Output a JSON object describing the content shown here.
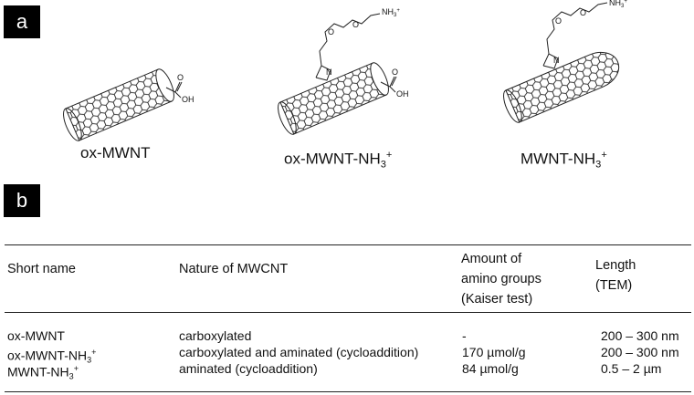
{
  "panel_labels": {
    "a": "a",
    "b": "b"
  },
  "structures": [
    {
      "caption_base": "ox-MWNT",
      "caption_sub": "",
      "caption_sup": "",
      "groups": [
        "OH",
        "O"
      ]
    },
    {
      "caption_base": "ox-MWNT-NH",
      "caption_sub": "3",
      "caption_sup": "+",
      "groups": [
        "OH",
        "O",
        "NH3+",
        "N"
      ]
    },
    {
      "caption_base": "MWNT-NH",
      "caption_sub": "3",
      "caption_sup": "+",
      "groups": [
        "NH3+",
        "N"
      ]
    }
  ],
  "table": {
    "headers": {
      "short_name": "Short name",
      "nature": "Nature of MWCNT",
      "amount": [
        "Amount of",
        "amino groups",
        "(Kaiser test)"
      ],
      "length": [
        "Length",
        "(TEM)"
      ]
    },
    "rows": [
      {
        "name_base": "ox-MWNT",
        "name_sub": "",
        "name_sup": "",
        "nature": "carboxylated",
        "amount": "-",
        "length": "200 – 300 nm"
      },
      {
        "name_base": "ox-MWNT-NH",
        "name_sub": "3",
        "name_sup": "+",
        "nature": "carboxylated and aminated (cycloaddition)",
        "amount": "170 µmol/g",
        "length": "200 – 300 nm"
      },
      {
        "name_base": "MWNT-NH",
        "name_sub": "3",
        "name_sup": "+",
        "nature": "aminated (cycloaddition)",
        "amount": "84 µmol/g",
        "length": "0.5 – 2 µm"
      }
    ]
  }
}
